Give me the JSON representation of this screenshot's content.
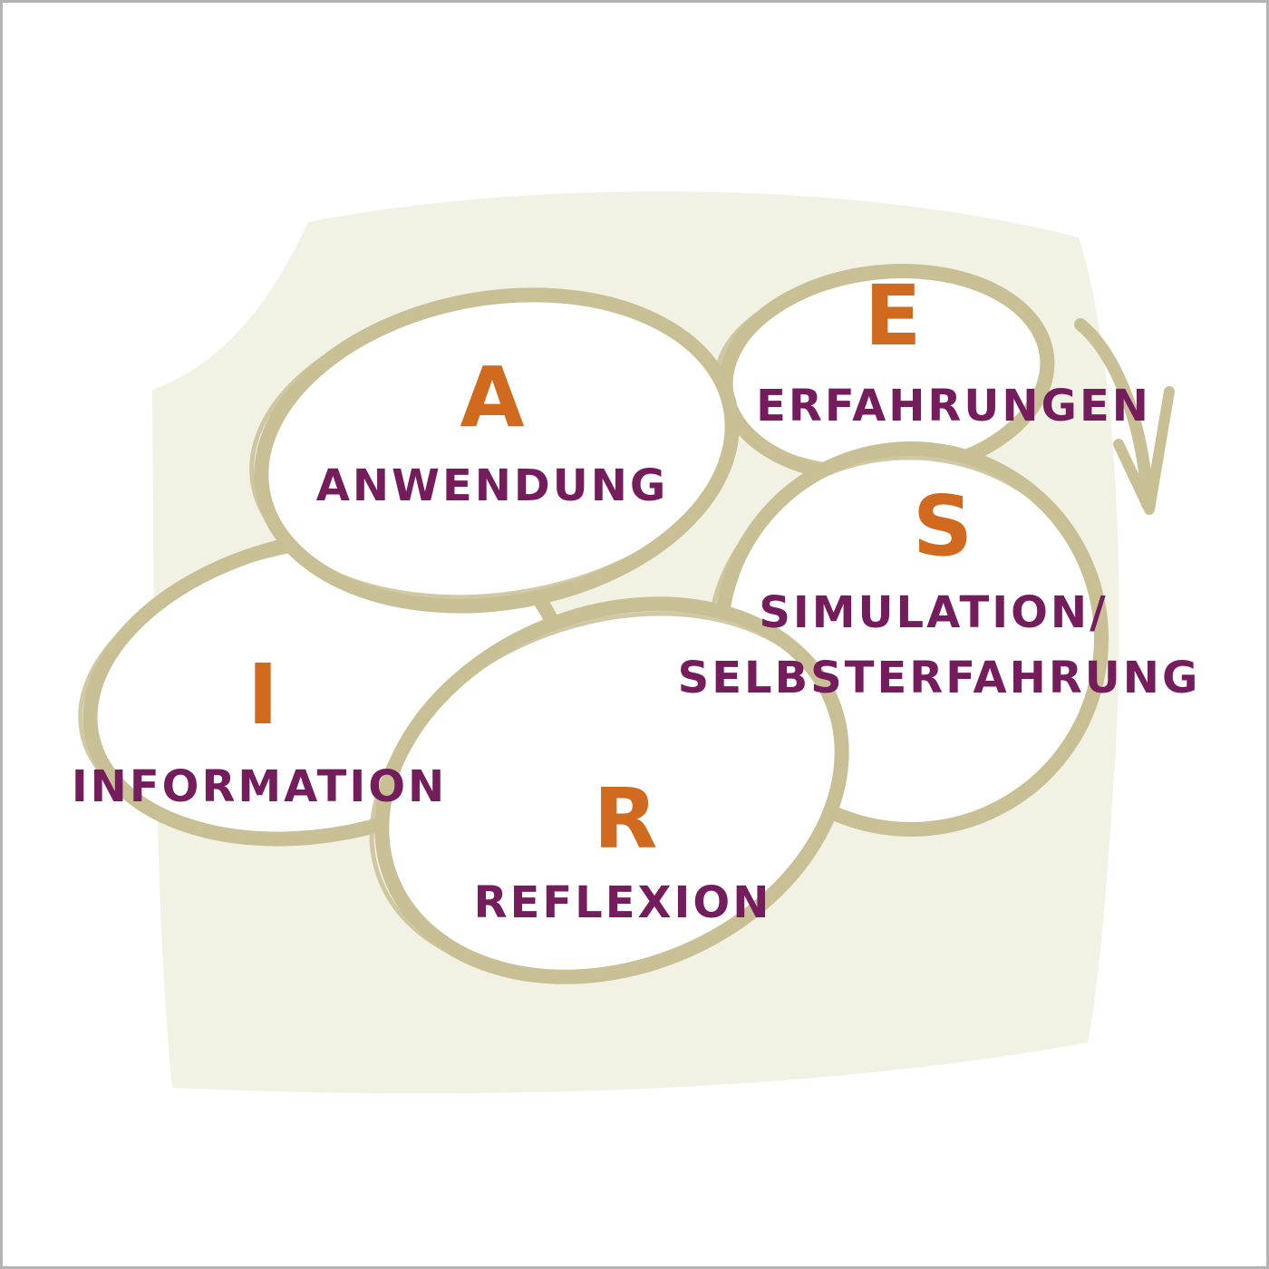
{
  "colors": {
    "frame": "#b3b3b3",
    "backdrop": "#f1f1e4",
    "ring": "#c9bf95",
    "letter": "#d06a1f",
    "word": "#751c5c"
  },
  "nodes": {
    "anwendung": {
      "letter": "A",
      "label": "ANWENDUNG"
    },
    "erfahrungen": {
      "letter": "E",
      "label": "ERFAHRUNGEN"
    },
    "simulation": {
      "letter": "S",
      "label_line1": "SIMULATION/",
      "label_line2": "SELBSTERFAHRUNG"
    },
    "information": {
      "letter": "I",
      "label": "INFORMATION"
    },
    "reflexion": {
      "letter": "R",
      "label": "REFLEXION"
    }
  }
}
